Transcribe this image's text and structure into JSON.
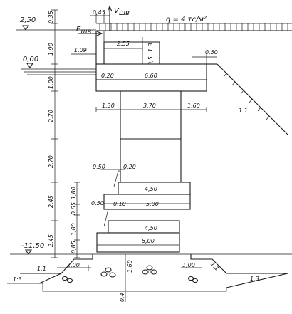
{
  "levels": {
    "top": "2,50",
    "water": "0,00",
    "bottom": "-11,50"
  },
  "loads": {
    "q": "q = 4 тс/м²",
    "v": "V",
    "v_sub": "шв",
    "e": "E",
    "e_sub": "шв"
  },
  "left_dims": [
    "0,35",
    "1,90",
    "1,00",
    "2,70",
    "2,70",
    "2,45",
    "2,45"
  ],
  "inner_dims": [
    "1,80",
    "0,65",
    "1,80",
    "0,85"
  ],
  "widths": {
    "top_045": "0,45",
    "w_109": "1,09",
    "w_255": "2,55",
    "h_13": "1,3",
    "h_05": "0,5",
    "right_050": "0,50",
    "cap_020": "0,20",
    "cap_660": "6,60",
    "col_130": "1,30",
    "col_370": "3,70",
    "col_160": "1,60",
    "s_050a": "0,50",
    "s_020": "0,20",
    "b_450a": "4,50",
    "s_050b": "0,50",
    "s_010": "0,10",
    "b_500a": "5,00",
    "b_450b": "4,50",
    "b_500b": "5,00",
    "toe_200": "2,00",
    "h_160": "1,60",
    "toe_100": "1,00",
    "h_04": "0,4"
  },
  "slopes": {
    "s11a": "1:1",
    "s11b": "1:1",
    "s11c": "1:1",
    "s13a": "1:3",
    "s13b": "1:3"
  }
}
